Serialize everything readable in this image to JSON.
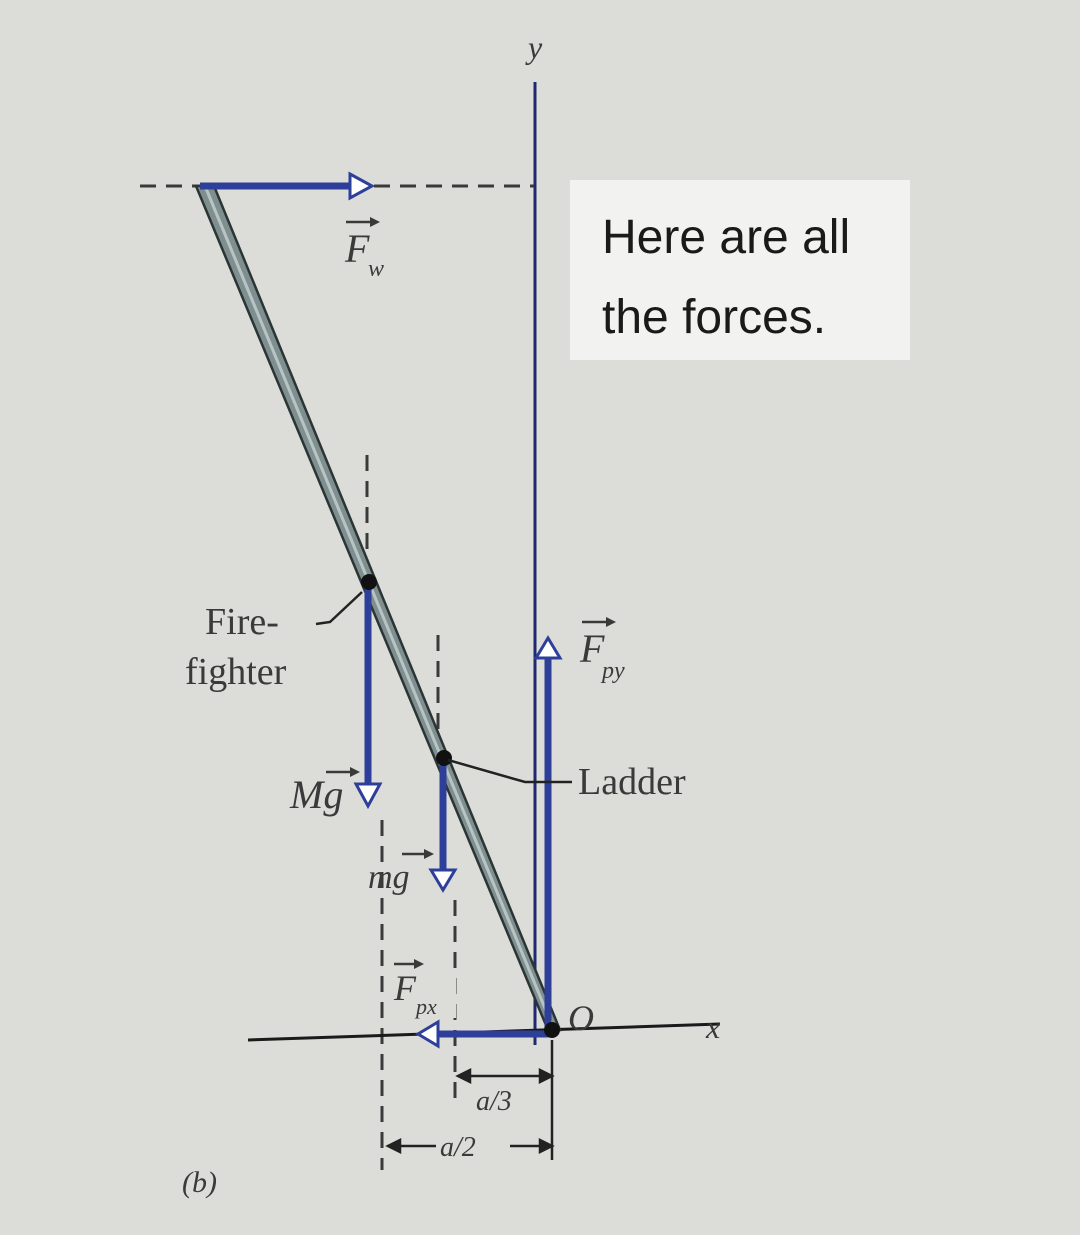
{
  "callout": {
    "line1": "Here are all",
    "line2": "the forces."
  },
  "labels": {
    "y_axis": "y",
    "x_axis": "x",
    "origin": "O",
    "firefighter_line1": "Fire-",
    "firefighter_line2": "fighter",
    "ladder": "Ladder",
    "panel": "(b)",
    "dim_a3": "a/3",
    "dim_a2": "a/2"
  },
  "forces": {
    "F_w": {
      "symbol": "F",
      "subscript": "w"
    },
    "F_py": {
      "symbol": "F",
      "subscript": "py"
    },
    "F_px": {
      "symbol": "F",
      "subscript": "px"
    },
    "Mg": {
      "symbol": "Mg"
    },
    "mg": {
      "symbol": "mg"
    }
  },
  "colors": {
    "force_arrow": "#2e3f9a",
    "ladder_fill": "#7f8f8f",
    "axis_line": "#1f2a6e",
    "background": "#dcdcd8",
    "callout_bg": "#f2f2f0"
  }
}
